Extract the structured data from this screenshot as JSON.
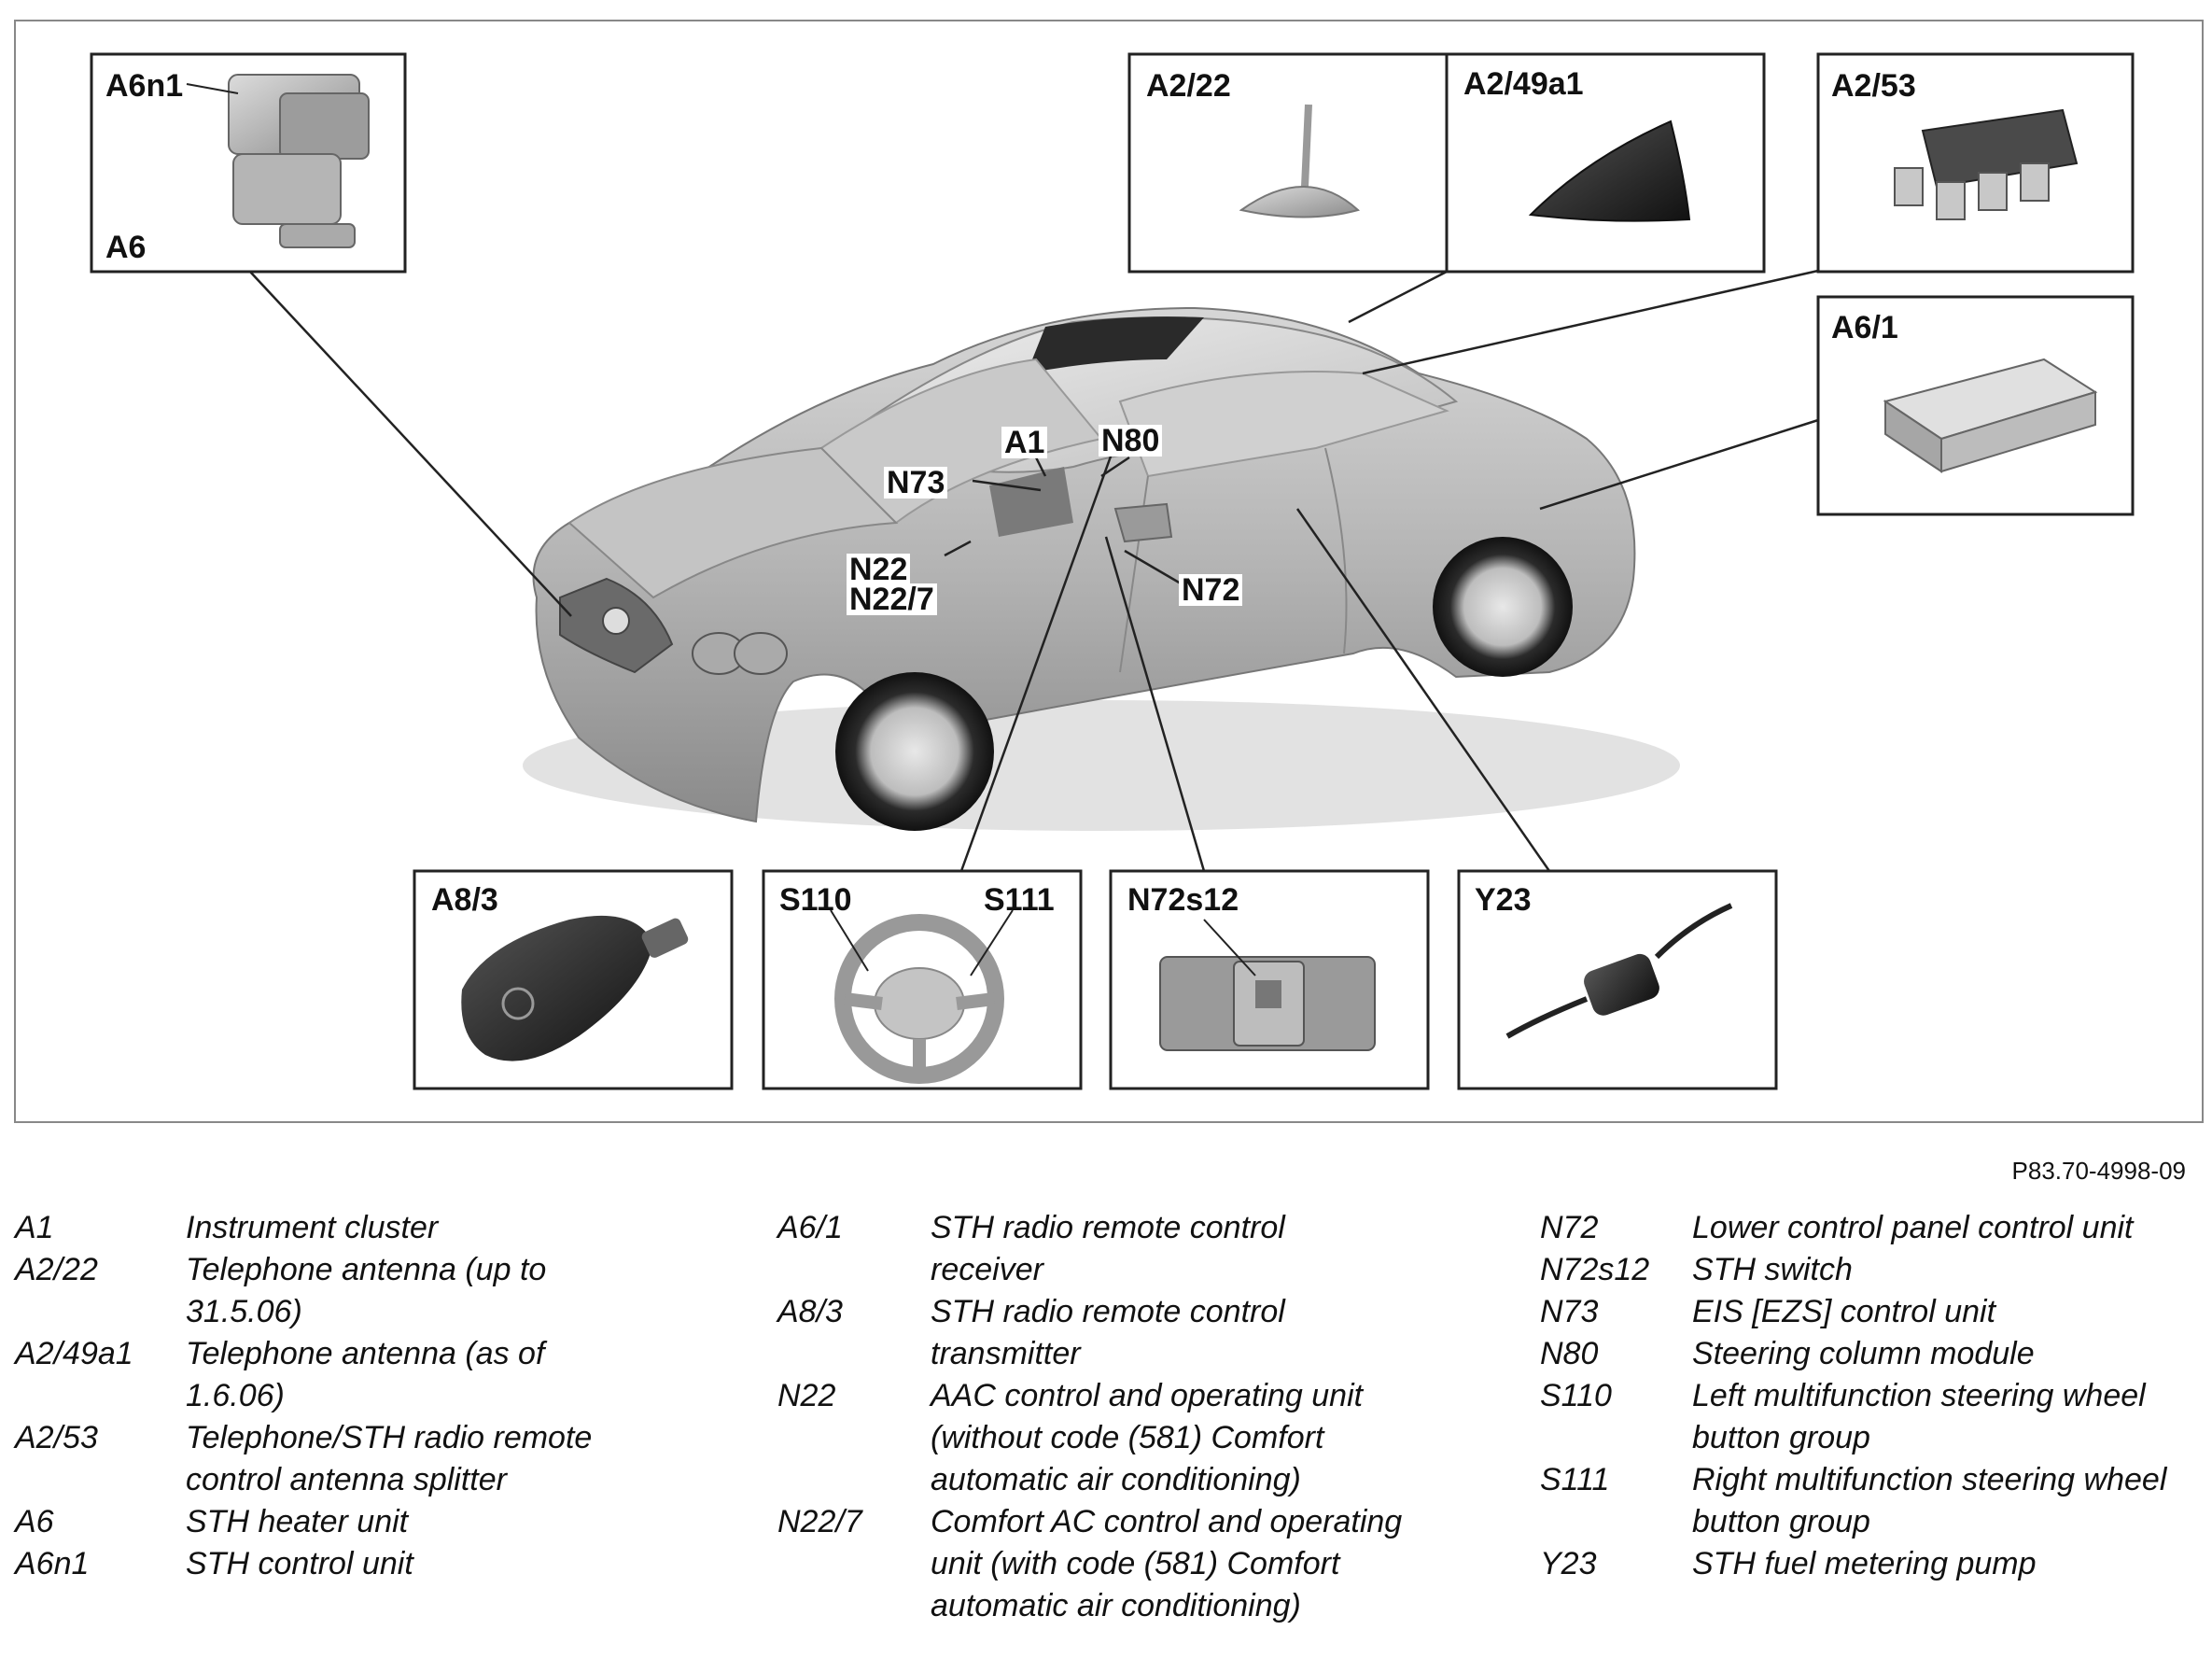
{
  "diagram": {
    "reference_code": "P83.70-4998-09",
    "boxes": [
      {
        "id": "a6",
        "labels": [
          "A6n1",
          "A6"
        ]
      },
      {
        "id": "a222",
        "labels": [
          "A2/22"
        ]
      },
      {
        "id": "a249a1",
        "labels": [
          "A2/49a1"
        ]
      },
      {
        "id": "a253",
        "labels": [
          "A2/53"
        ]
      },
      {
        "id": "a61",
        "labels": [
          "A6/1"
        ]
      },
      {
        "id": "a83",
        "labels": [
          "A8/3"
        ]
      },
      {
        "id": "s110s111",
        "labels": [
          "S110",
          "S111"
        ]
      },
      {
        "id": "n72s12",
        "labels": [
          "N72s12"
        ]
      },
      {
        "id": "y23",
        "labels": [
          "Y23"
        ]
      }
    ],
    "car_callouts": [
      "A1",
      "N80",
      "N73",
      "N22",
      "N22/7",
      "N72"
    ]
  },
  "legend": {
    "columns": [
      [
        {
          "code": "A1",
          "desc": "Instrument cluster"
        },
        {
          "code": "A2/22",
          "desc": "Telephone antenna (up to 31.5.06)"
        },
        {
          "code": "A2/49a1",
          "desc": "Telephone antenna (as of 1.6.06)"
        },
        {
          "code": "A2/53",
          "desc": "Telephone/STH radio remote control antenna splitter"
        },
        {
          "code": "A6",
          "desc": "STH heater unit"
        },
        {
          "code": "A6n1",
          "desc": "STH control unit"
        }
      ],
      [
        {
          "code": "A6/1",
          "desc": "STH radio remote control receiver"
        },
        {
          "code": "A8/3",
          "desc": "STH radio remote control transmitter"
        },
        {
          "code": "N22",
          "desc": "AAC control and operating unit (without code (581) Comfort automatic air conditioning)"
        },
        {
          "code": "N22/7",
          "desc": "Comfort AC control and operating unit (with code (581) Comfort automatic air conditioning)"
        }
      ],
      [
        {
          "code": "N72",
          "desc": "Lower control panel control unit"
        },
        {
          "code": "N72s12",
          "desc": "STH switch"
        },
        {
          "code": "N73",
          "desc": "EIS [EZS] control unit"
        },
        {
          "code": "N80",
          "desc": "Steering column module"
        },
        {
          "code": "S110",
          "desc": "Left multifunction steering wheel button group"
        },
        {
          "code": "S111",
          "desc": "Right multifunction steering wheel button group"
        },
        {
          "code": "Y23",
          "desc": "STH fuel metering pump"
        }
      ]
    ]
  }
}
